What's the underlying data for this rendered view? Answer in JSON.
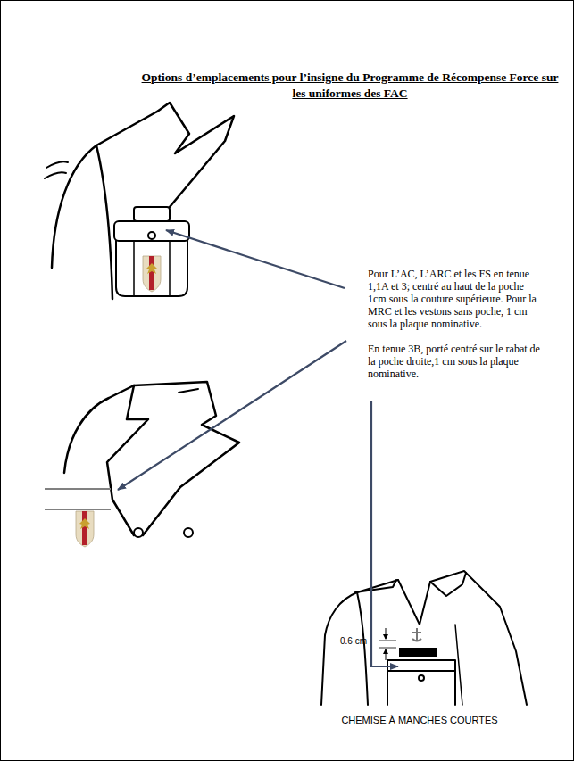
{
  "diagram": {
    "title": "Options d’emplacements pour l’insigne du Programme de Récompense Force sur les uniformes des FAC",
    "labels": [
      "Pour L’AC, L’ARC et les FS en tenue 1,1A et 3; centré au haut de la poche 1cm sous la couture supérieure. Pour la MRC et les vestons sans poche, 1 cm sous la plaque nominative.",
      "En tenue 3B, porté centré sur le rabat de la poche droite,1 cm sous la plaque nominative.",
      "0.6 cm",
      "CHEMISE À MANCHES COURTES"
    ]
  }
}
